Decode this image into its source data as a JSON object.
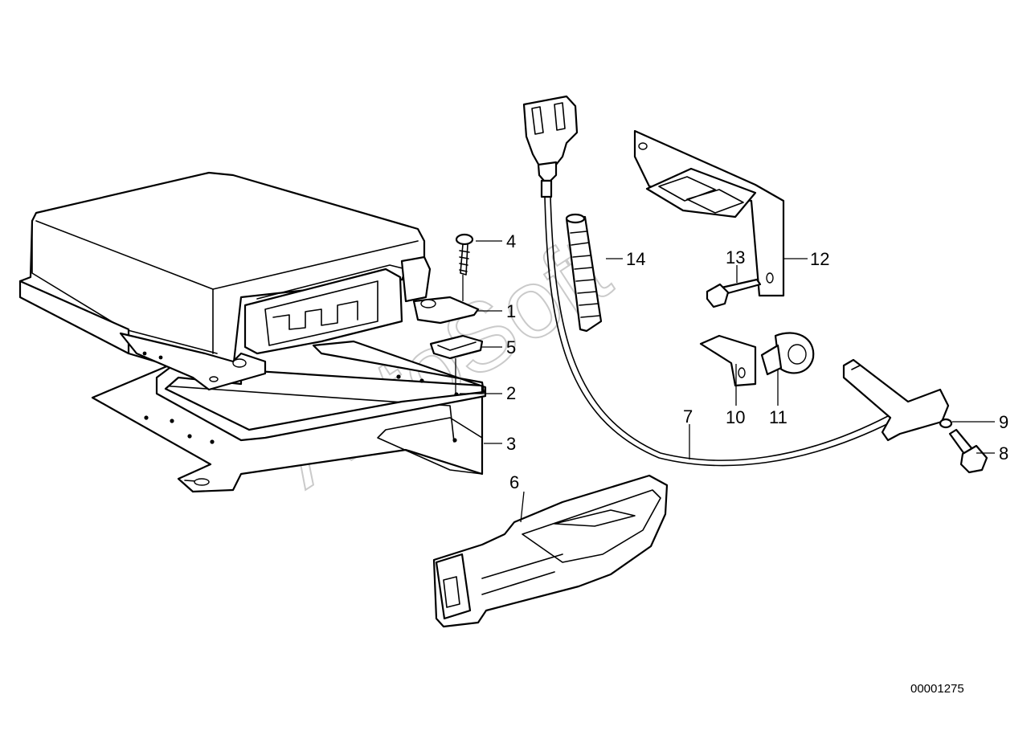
{
  "diagram": {
    "callouts": [
      {
        "id": "1",
        "label": "1"
      },
      {
        "id": "2",
        "label": "2"
      },
      {
        "id": "3",
        "label": "3"
      },
      {
        "id": "4",
        "label": "4"
      },
      {
        "id": "5",
        "label": "5"
      },
      {
        "id": "6",
        "label": "6"
      },
      {
        "id": "7",
        "label": "7"
      },
      {
        "id": "8",
        "label": "8"
      },
      {
        "id": "9",
        "label": "9"
      },
      {
        "id": "10",
        "label": "10"
      },
      {
        "id": "11",
        "label": "11"
      },
      {
        "id": "12",
        "label": "12"
      },
      {
        "id": "13",
        "label": "13"
      },
      {
        "id": "14",
        "label": "14"
      }
    ],
    "diagram_code": "00001275",
    "watermark": "AutoSoft"
  }
}
